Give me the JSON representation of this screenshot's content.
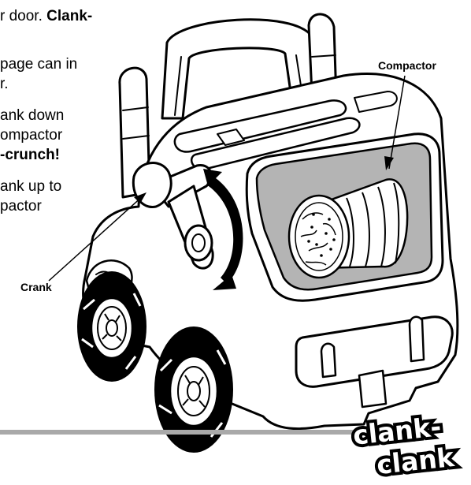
{
  "instructions": {
    "line1_a": "r door. ",
    "line1_b": "Clank-",
    "line2": "page can in",
    "line3": "r.",
    "line4": "ank down",
    "line5": "ompactor",
    "line6": "-crunch!",
    "line7": "ank up to",
    "line8": "pactor"
  },
  "labels": {
    "compactor": "Compactor",
    "crank": "Crank"
  },
  "brand": {
    "line1": "clank-",
    "line2": "clank"
  },
  "colors": {
    "window_gray": "#b4b4b4",
    "divider_gray": "#a9a9a9",
    "line": "#000000"
  }
}
